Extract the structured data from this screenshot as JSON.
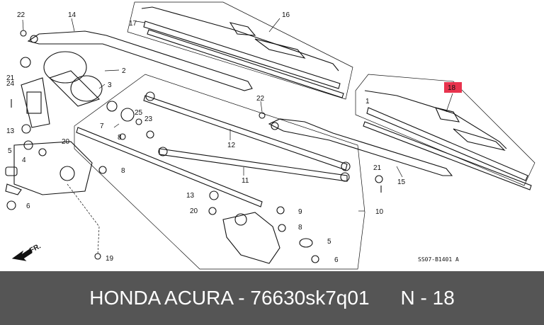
{
  "callouts": {
    "n1": "1",
    "n2": "2",
    "n3": "3",
    "n4": "4",
    "n5": "5",
    "n6": "6",
    "n7": "7",
    "n8": "8",
    "n9": "9",
    "n10": "10",
    "n11": "11",
    "n12": "12",
    "n13": "13",
    "n14": "14",
    "n15": "15",
    "n16": "16",
    "n17": "17",
    "n18": "18",
    "n19": "19",
    "n20": "20",
    "n21": "21",
    "n22": "22",
    "n23": "23",
    "n24": "24",
    "n25": "25"
  },
  "front_marker": "FR.",
  "diagram_code": "SS07-B1401 A",
  "highlight_color": "#e8344e",
  "footer": {
    "title": "HONDA ACURA - 76630sk7q01",
    "ref": "N - 18"
  }
}
